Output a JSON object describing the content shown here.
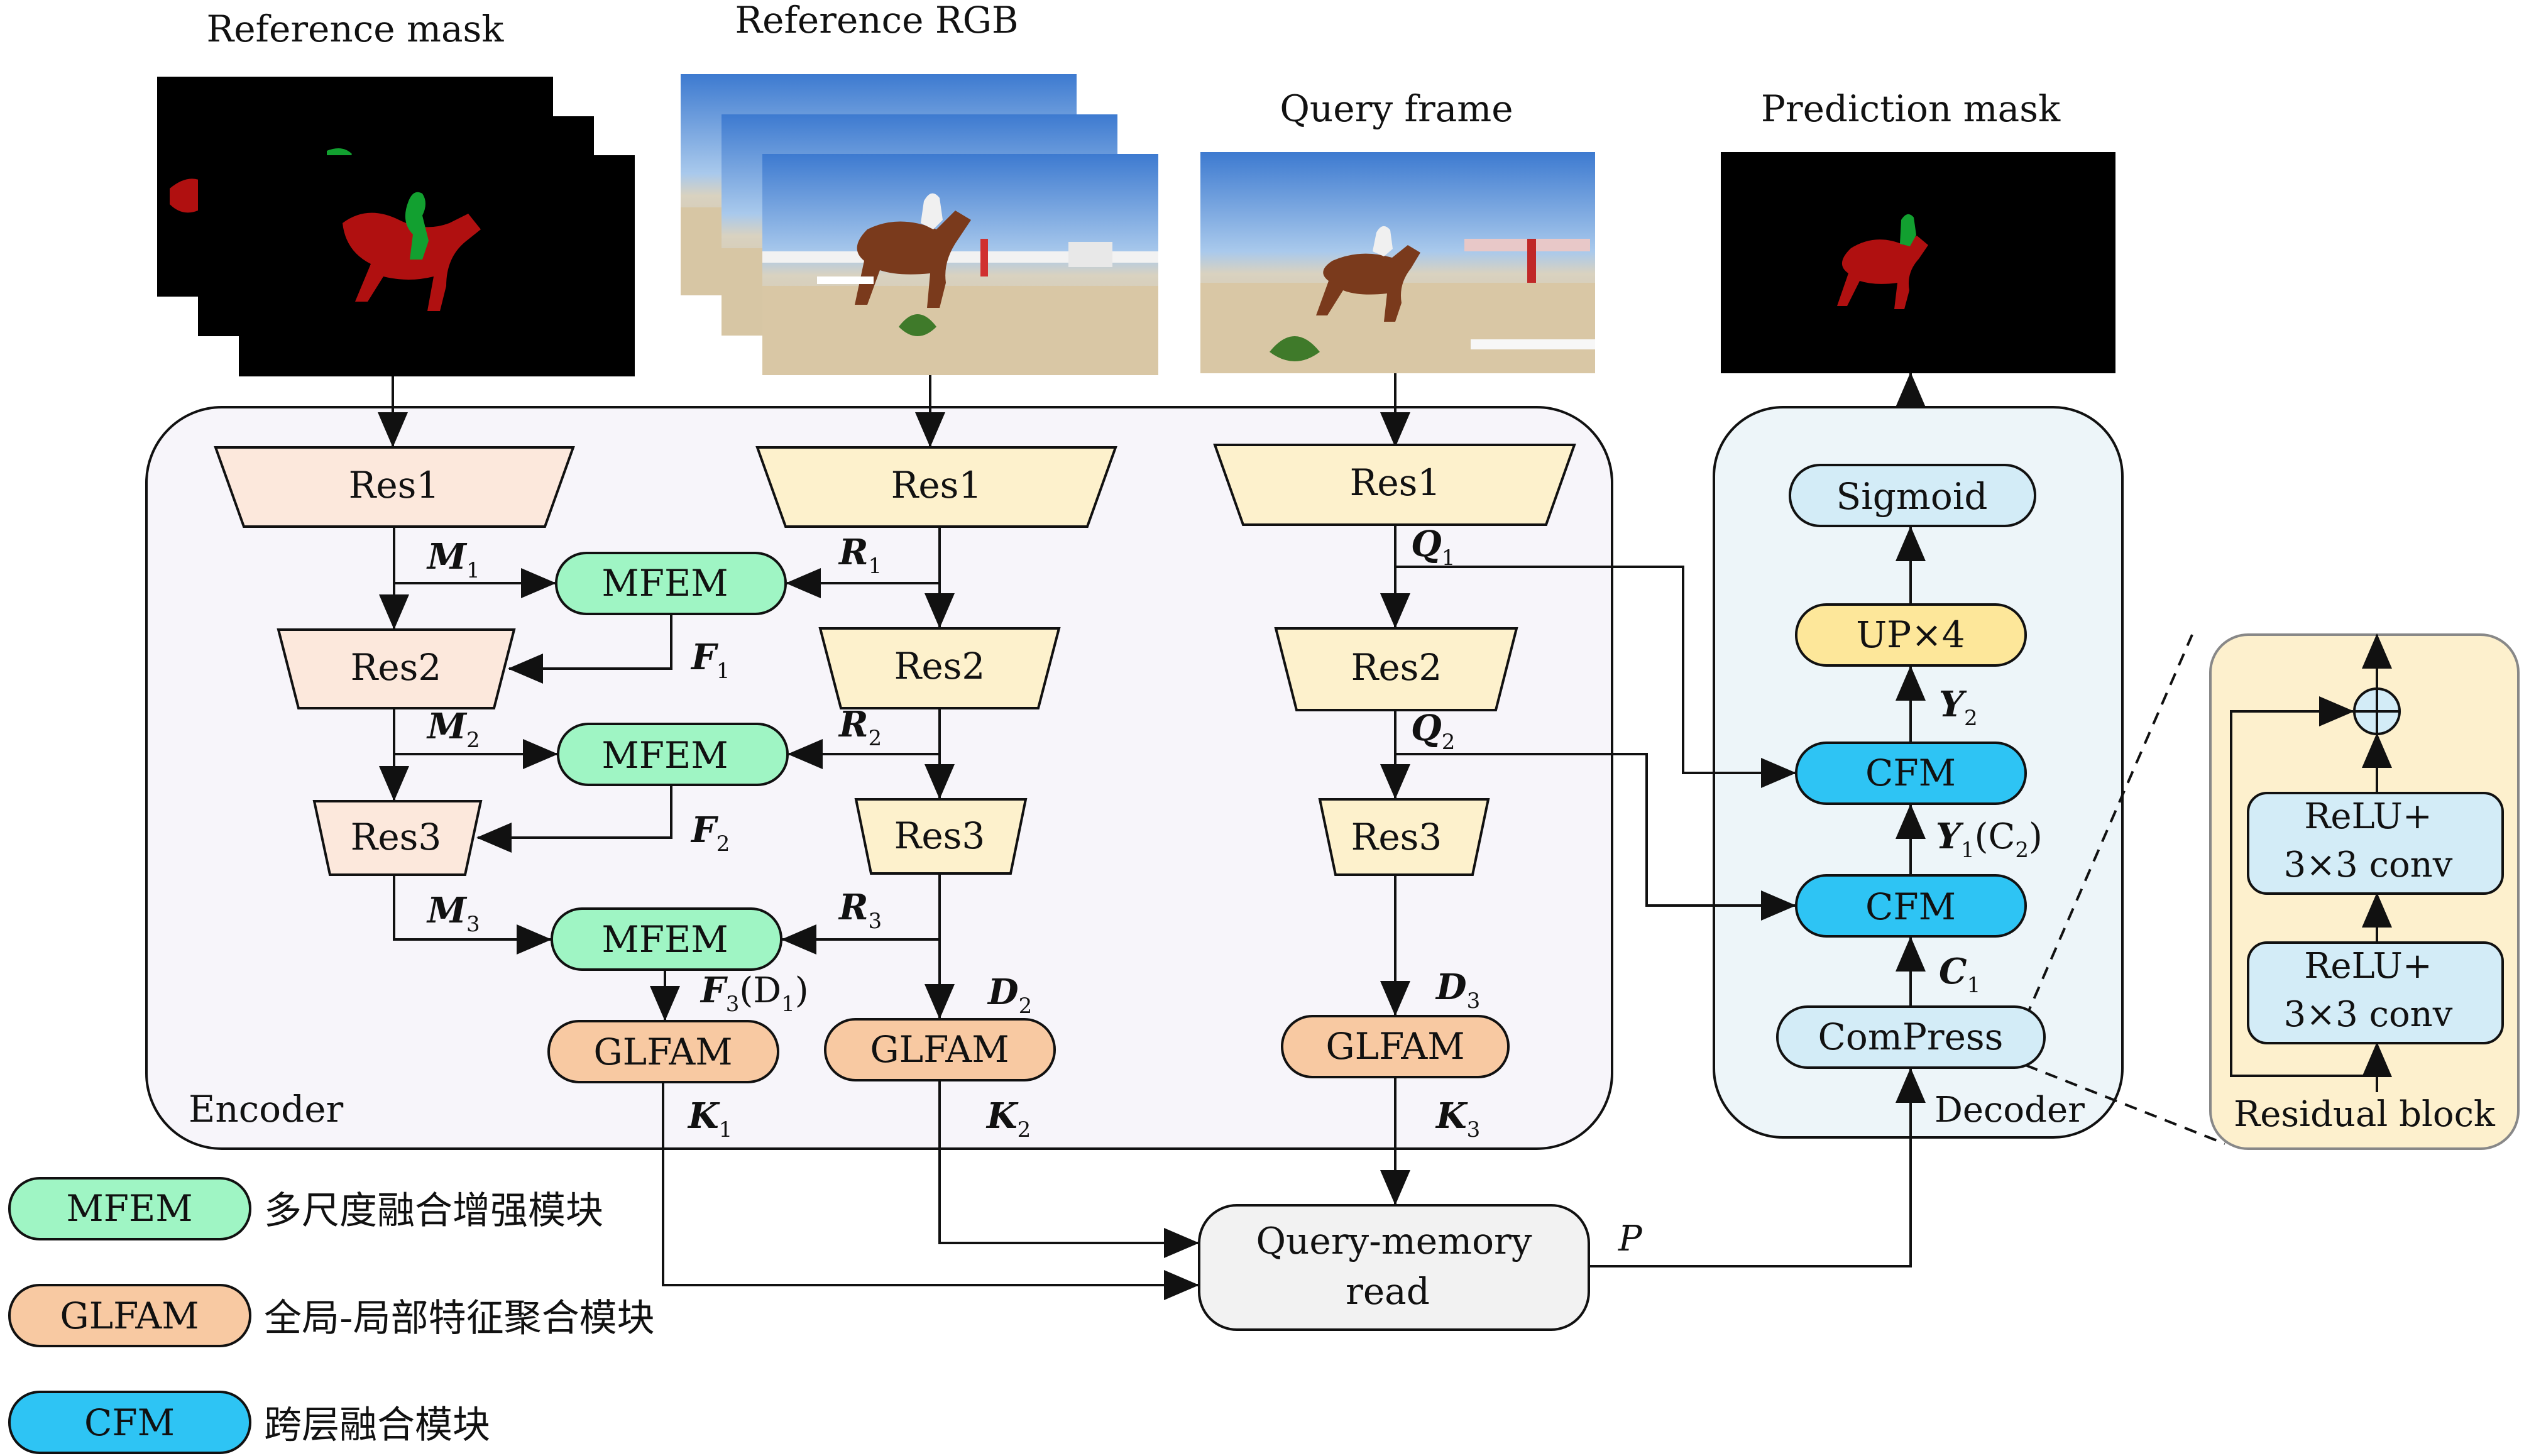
{
  "titles": {
    "reference_mask": "Reference mask",
    "reference_rgb": "Reference RGB",
    "query_frame": "Query frame",
    "prediction_mask": "Prediction mask"
  },
  "encoder": {
    "label": "Encoder",
    "mask_branch": {
      "res1": "Res1",
      "res2": "Res2",
      "res3": "Res3"
    },
    "rgb_branch": {
      "res1": "Res1",
      "res2": "Res2",
      "res3": "Res3"
    },
    "query_branch": {
      "res1": "Res1",
      "res2": "Res2",
      "res3": "Res3"
    },
    "mfem": [
      "MFEM",
      "MFEM",
      "MFEM"
    ],
    "glfam": [
      "GLFAM",
      "GLFAM",
      "GLFAM"
    ],
    "labels": {
      "m1": "M",
      "m1_sub": "1",
      "m2": "M",
      "m2_sub": "2",
      "m3": "M",
      "m3_sub": "3",
      "r1": "R",
      "r1_sub": "1",
      "r2": "R",
      "r2_sub": "2",
      "r3": "R",
      "r3_sub": "3",
      "f1": "F",
      "f1_sub": "1",
      "f2": "F",
      "f2_sub": "2",
      "f3": "F",
      "f3_sub": "3",
      "f3_extra": "(D",
      "f3_extra_sub": "1",
      "f3_close": ")",
      "d2": "D",
      "d2_sub": "2",
      "d3": "D",
      "d3_sub": "3",
      "q1": "Q",
      "q1_sub": "1",
      "q2": "Q",
      "q2_sub": "2",
      "k1": "K",
      "k1_sub": "1",
      "k2": "K",
      "k2_sub": "2",
      "k3": "K",
      "k3_sub": "3"
    }
  },
  "read": {
    "line1": "Query-memory",
    "line2": "read",
    "p_label": "P"
  },
  "decoder": {
    "label": "Decoder",
    "sigmoid": "Sigmoid",
    "up": "UP×4",
    "cfm_top": "CFM",
    "cfm_bottom": "CFM",
    "compress": "ComPress",
    "y2": "Y",
    "y2_sub": "2",
    "y1": "Y",
    "y1_sub": "1",
    "y1_extra": "(C",
    "y1_extra_sub": "2",
    "y1_close": ")",
    "c1": "C",
    "c1_sub": "1"
  },
  "residual_block": {
    "label": "Residual block",
    "conv_top_line1": "ReLU+",
    "conv_top_line2": "3×3 conv",
    "conv_bottom_line1": "ReLU+",
    "conv_bottom_line2": "3×3 conv"
  },
  "legend": [
    {
      "abbr": "MFEM",
      "desc": "多尺度融合增强模块"
    },
    {
      "abbr": "GLFAM",
      "desc": "全局-局部特征聚合模块"
    },
    {
      "abbr": "CFM",
      "desc": "跨层融合模块"
    }
  ],
  "colors": {
    "mask_res": "#fce8dc",
    "rgb_res": "#fdf1cc",
    "mfem": "#9ff5c4",
    "glfam": "#f8c9a2",
    "cfm": "#2ec4f4",
    "decoder_light": "#d3ecf7",
    "up": "#fde79a",
    "encoder_bg": "#f7f5fa",
    "decoder_bg": "#edf5f9",
    "residual_bg": "#fdf0cd",
    "read_bg": "#f2f2f2",
    "mask_red": "#b01010",
    "mask_green": "#12a030"
  }
}
